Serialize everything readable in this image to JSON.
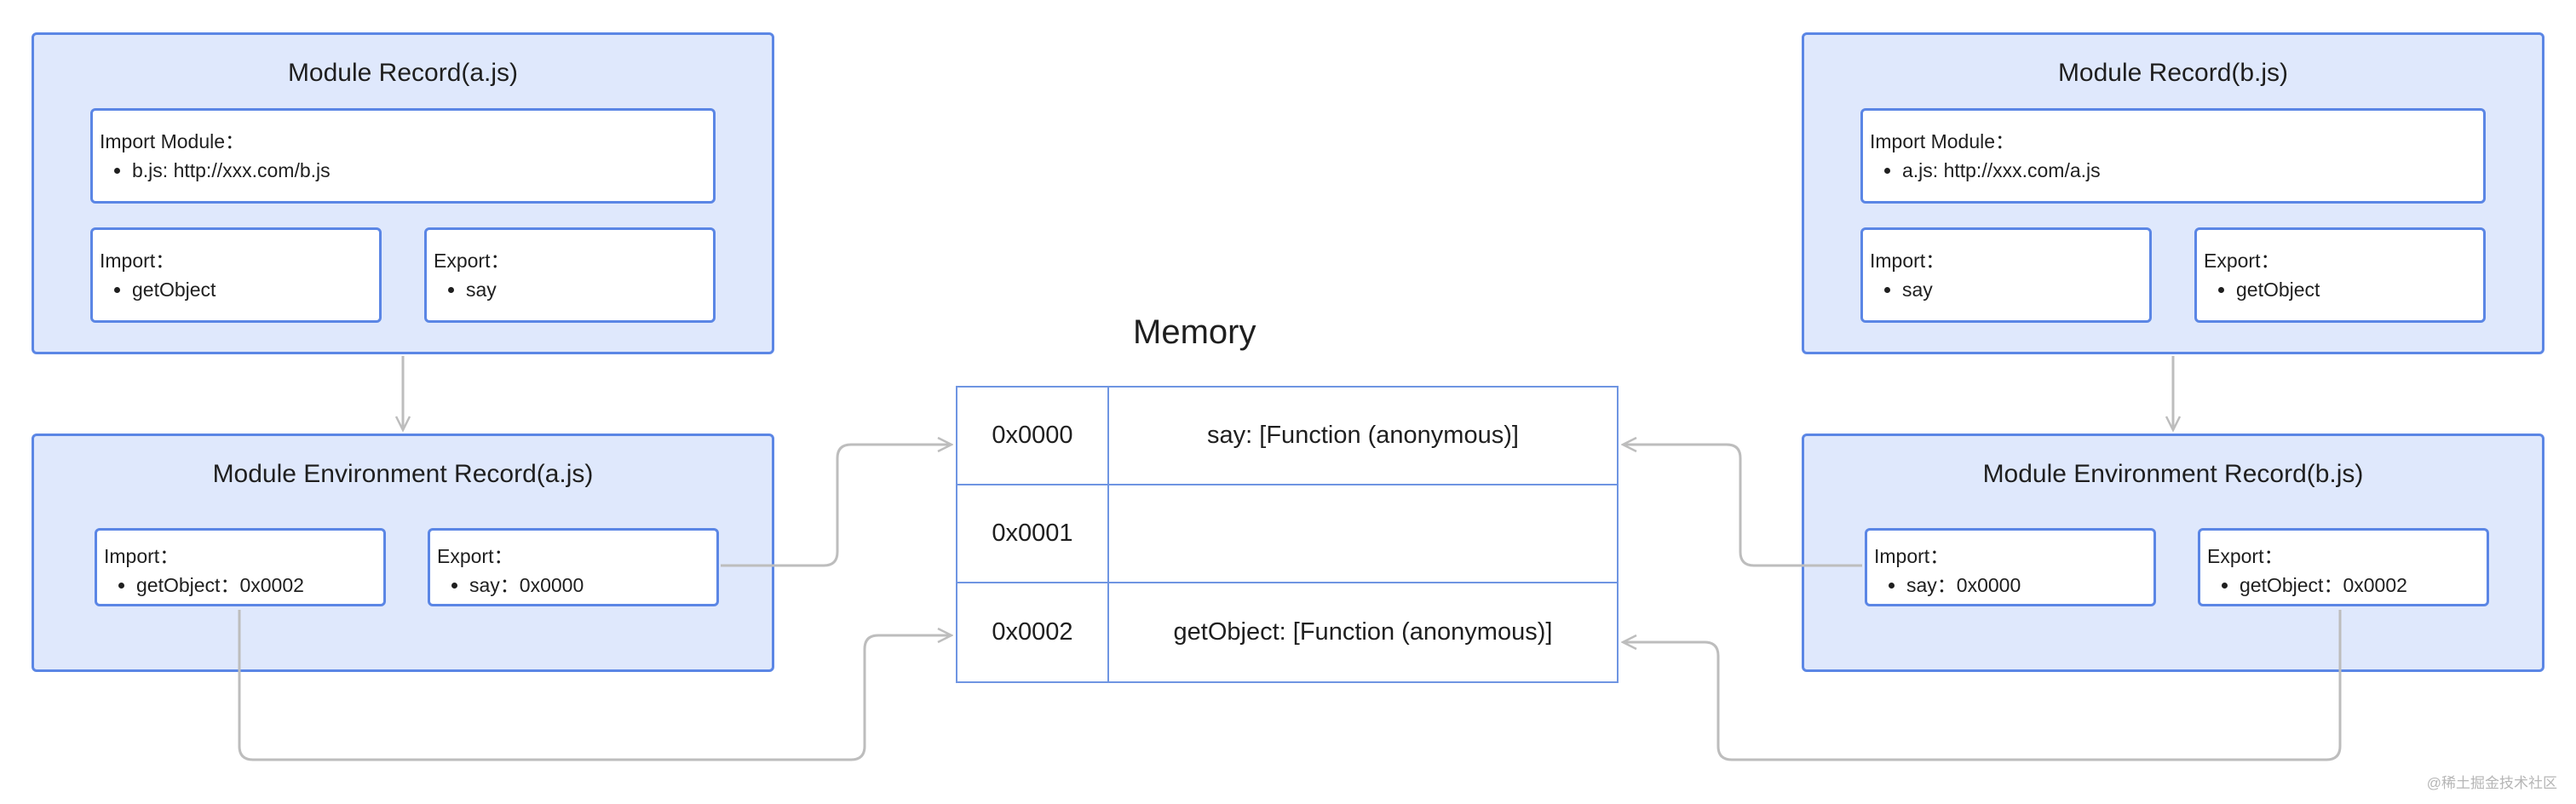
{
  "left": {
    "record": {
      "title": "Module Record(a.js)",
      "import_module": {
        "heading": "Import Module：",
        "items": [
          "b.js: http://xxx.com/b.js"
        ]
      },
      "import": {
        "heading": "Import：",
        "items": [
          "getObject"
        ]
      },
      "export": {
        "heading": "Export：",
        "items": [
          "say"
        ]
      }
    },
    "env": {
      "title": "Module Environment Record(a.js)",
      "import": {
        "heading": "Import：",
        "items": [
          "getObject：0x0002"
        ]
      },
      "export": {
        "heading": "Export：",
        "items": [
          "say：0x0000"
        ]
      }
    }
  },
  "right": {
    "record": {
      "title": "Module Record(b.js)",
      "import_module": {
        "heading": "Import Module：",
        "items": [
          "a.js: http://xxx.com/a.js"
        ]
      },
      "import": {
        "heading": "Import：",
        "items": [
          "say"
        ]
      },
      "export": {
        "heading": "Export：",
        "items": [
          "getObject"
        ]
      }
    },
    "env": {
      "title": "Module Environment Record(b.js)",
      "import": {
        "heading": "Import：",
        "items": [
          "say：0x0000"
        ]
      },
      "export": {
        "heading": "Export：",
        "items": [
          "getObject：0x0002"
        ]
      }
    }
  },
  "memory": {
    "title": "Memory",
    "rows": [
      {
        "address": "0x0000",
        "value": "say: [Function (anonymous)]"
      },
      {
        "address": "0x0001",
        "value": ""
      },
      {
        "address": "0x0002",
        "value": "getObject: [Function (anonymous)]"
      }
    ]
  },
  "watermark": "@稀土掘金技术社区",
  "colors": {
    "box_fill": "#dfe8fc",
    "box_border": "#5b86e5",
    "table_border": "#6f95e2",
    "connector": "#bdbdbd"
  }
}
